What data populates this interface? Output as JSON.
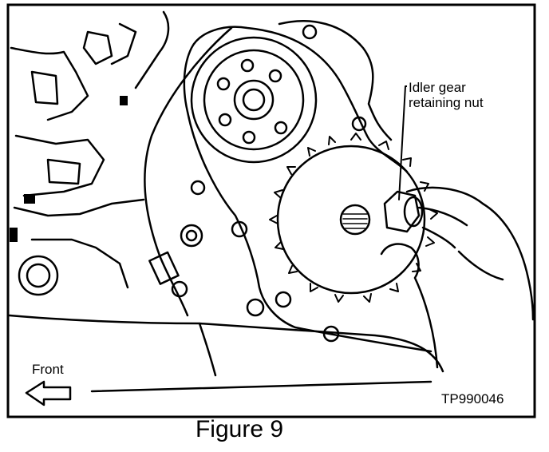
{
  "diagram": {
    "callouts": {
      "idler_gear_nut_line1": "Idler gear",
      "idler_gear_nut_line2": "retaining nut"
    },
    "direction_label": "Front",
    "figure_code": "TP990046",
    "caption": "Figure 9"
  }
}
